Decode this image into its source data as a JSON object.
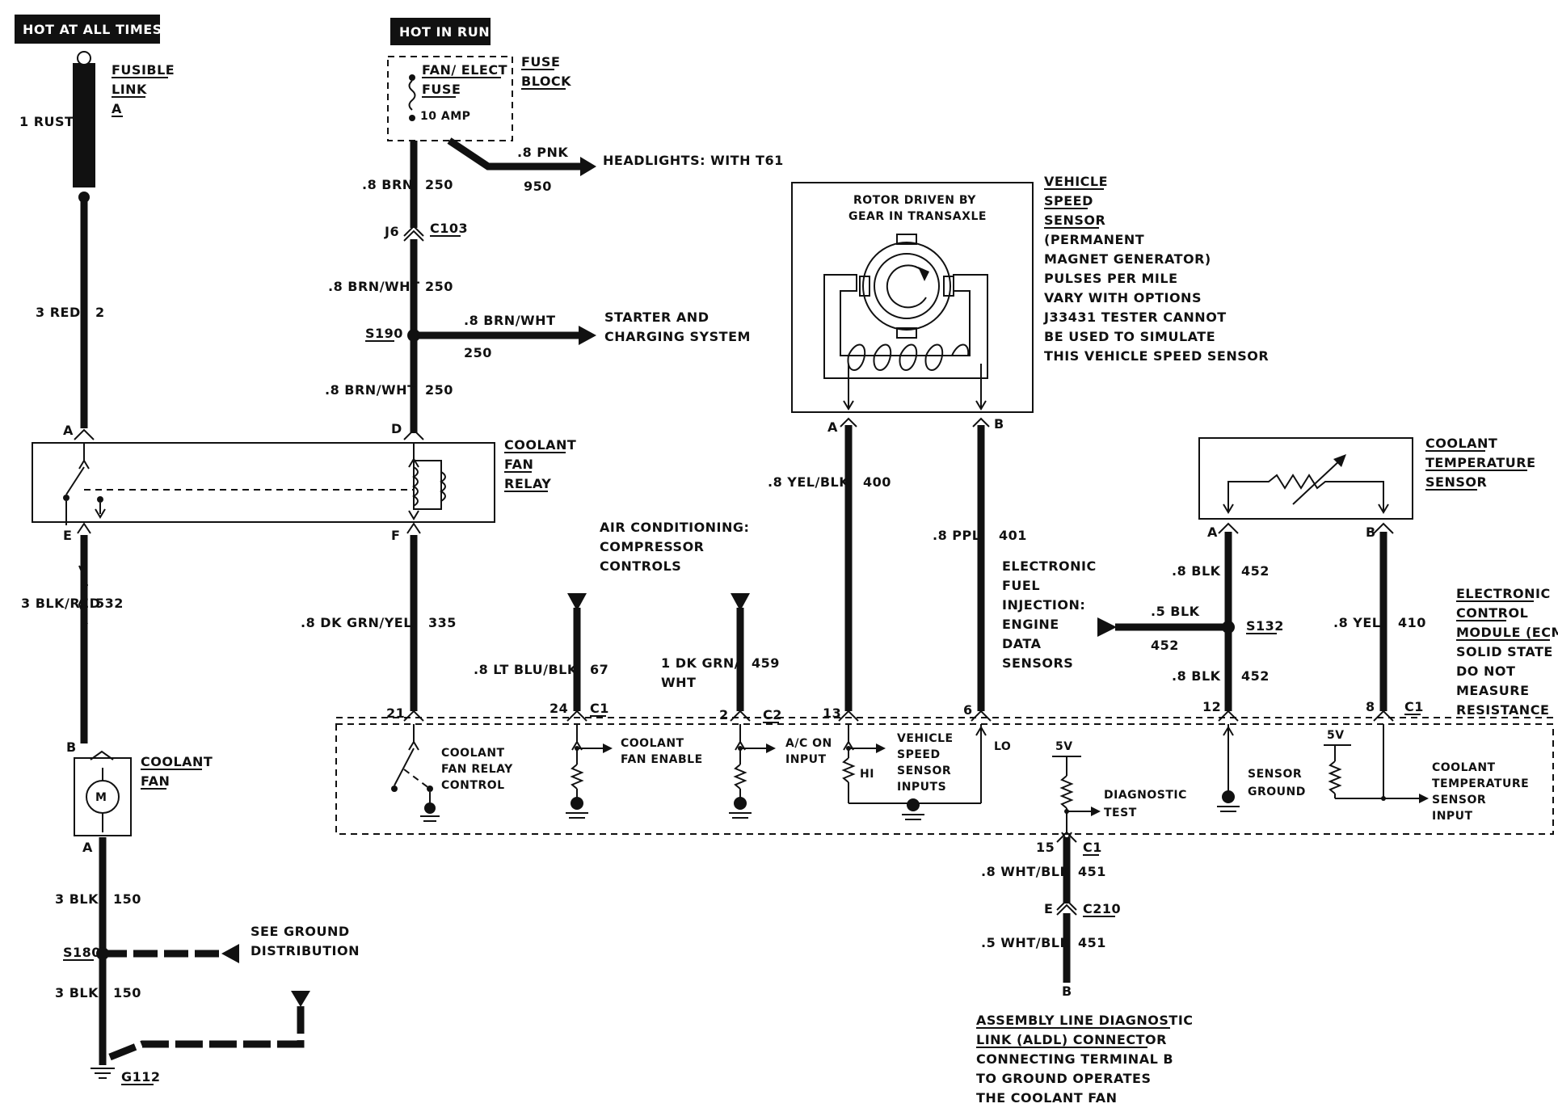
{
  "headers": {
    "hot_all_times": "HOT AT ALL TIMES",
    "hot_in_run": "HOT IN RUN"
  },
  "fusible_link": {
    "l1": "FUSIBLE",
    "l2": "LINK",
    "l3": "A",
    "wire": "1 RUST"
  },
  "wire_red": {
    "gauge": "3 RED",
    "circuit": "2"
  },
  "fuse": {
    "l1": "FAN/ ELECT",
    "l2": "FUSE",
    "amp": "10  AMP",
    "block1": "FUSE",
    "block2": "BLOCK"
  },
  "headlights": {
    "gauge": ".8 PNK",
    "circuit": "950",
    "label": "HEADLIGHTS: WITH T61"
  },
  "brn": {
    "gauge": ".8 BRN",
    "circuit": "250"
  },
  "c103": {
    "pin": "J6",
    "conn": "C103"
  },
  "brnwht1": {
    "gauge": ".8 BRN/WHT",
    "circuit": "250"
  },
  "s190": {
    "splice": "S190",
    "gauge": ".8 BRN/WHT",
    "circuit": "250",
    "l1": "STARTER AND",
    "l2": "CHARGING SYSTEM"
  },
  "brnwht2": {
    "gauge": ".8 BRN/WHT",
    "circuit": "250"
  },
  "relay": {
    "pin_a": "A",
    "pin_d": "D",
    "pin_e": "E",
    "pin_f": "F",
    "l1": "COOLANT",
    "l2": "FAN",
    "l3": "RELAY"
  },
  "blkred": {
    "gauge": "3 BLK/RED",
    "circuit": "532"
  },
  "fan": {
    "pin_b": "B",
    "pin_a": "A",
    "l1": "COOLANT",
    "l2": "FAN",
    "motor": "M"
  },
  "blk150a": {
    "gauge": "3 BLK",
    "circuit": "150"
  },
  "s180": {
    "splice": "S180",
    "l1": "SEE GROUND",
    "l2": "DISTRIBUTION"
  },
  "blk150b": {
    "gauge": "3 BLK",
    "circuit": "150"
  },
  "g112": "G112",
  "dkgrnyel": {
    "gauge": ".8 DK GRN/YEL",
    "circuit": "335"
  },
  "ac": {
    "l1": "AIR CONDITIONING:",
    "l2": "COMPRESSOR",
    "l3": "CONTROLS"
  },
  "ltblublk": {
    "gauge": ".8 LT BLU/BLK",
    "circuit": "67"
  },
  "dkgrnwht": {
    "gauge1": "1 DK GRN/",
    "gauge2": "WHT",
    "circuit": "459"
  },
  "vss": {
    "rotor1": "ROTOR DRIVEN BY",
    "rotor2": "GEAR IN TRANSAXLE",
    "lines": [
      "VEHICLE",
      "SPEED",
      "SENSOR",
      "(PERMANENT",
      "MAGNET GENERATOR)",
      "PULSES PER MILE",
      "VARY WITH OPTIONS",
      "J33431 TESTER CANNOT",
      "BE USED TO SIMULATE",
      "THIS VEHICLE SPEED SENSOR"
    ],
    "pin_a": "A",
    "pin_b": "B"
  },
  "yelblk": {
    "gauge": ".8 YEL/BLK",
    "circuit": "400"
  },
  "ppl": {
    "gauge": ".8 PPL",
    "circuit": "401"
  },
  "efi": {
    "lines": [
      "ELECTRONIC",
      "FUEL",
      "INJECTION:",
      "ENGINE",
      "DATA",
      "SENSORS"
    ]
  },
  "cts": {
    "lines": [
      "COOLANT",
      "TEMPERATURE",
      "SENSOR"
    ],
    "pin_a": "A",
    "pin_b": "B"
  },
  "blk452a": {
    "gauge": ".8 BLK",
    "circuit": "452"
  },
  "s132": {
    "splice": "S132",
    "gauge": ".5 BLK",
    "circuit": "452"
  },
  "blk452b": {
    "gauge": ".8 BLK",
    "circuit": "452"
  },
  "yel410": {
    "gauge": ".8 YEL",
    "circuit": "410"
  },
  "ecm": {
    "lines": [
      "ELECTRONIC",
      "CONTROL",
      "MODULE (ECM)",
      "SOLID STATE",
      "DO NOT",
      "MEASURE",
      "RESISTANCE"
    ]
  },
  "ecm_pins": {
    "p21": "21",
    "p24": "24",
    "c1a": "C1",
    "p2": "2",
    "c2": "C2",
    "p13": "13",
    "p6": "6",
    "p12": "12",
    "p8": "8",
    "c1b": "C1",
    "relay1": "COOLANT",
    "relay2": "FAN RELAY",
    "relay3": "CONTROL",
    "enable1": "COOLANT",
    "enable2": "FAN ENABLE",
    "acon1": "A/C ON",
    "acon2": "INPUT",
    "vss1": "VEHICLE",
    "vss2": "SPEED",
    "vss3": "SENSOR",
    "vss4": "INPUTS",
    "hi": "HI",
    "lo": "LO",
    "v5a": "5V",
    "diag1": "DIAGNOSTIC",
    "diag2": "TEST",
    "sg1": "SENSOR",
    "sg2": "GROUND",
    "v5b": "5V",
    "cti1": "COOLANT",
    "cti2": "TEMPERATURE",
    "cti3": "SENSOR",
    "cti4": "INPUT"
  },
  "diag": {
    "pin15": "15",
    "c1": "C1",
    "g451a": ".8 WHT/BLK",
    "c451a": "451",
    "pin_e": "E",
    "c210": "C210",
    "g451b": ".5 WHT/BLK",
    "c451b": "451",
    "pin_b": "B",
    "lines": [
      "ASSEMBLY LINE DIAGNOSTIC",
      "LINK (ALDL) CONNECTOR",
      "CONNECTING TERMINAL B",
      "TO GROUND OPERATES",
      "THE COOLANT  FAN"
    ]
  }
}
